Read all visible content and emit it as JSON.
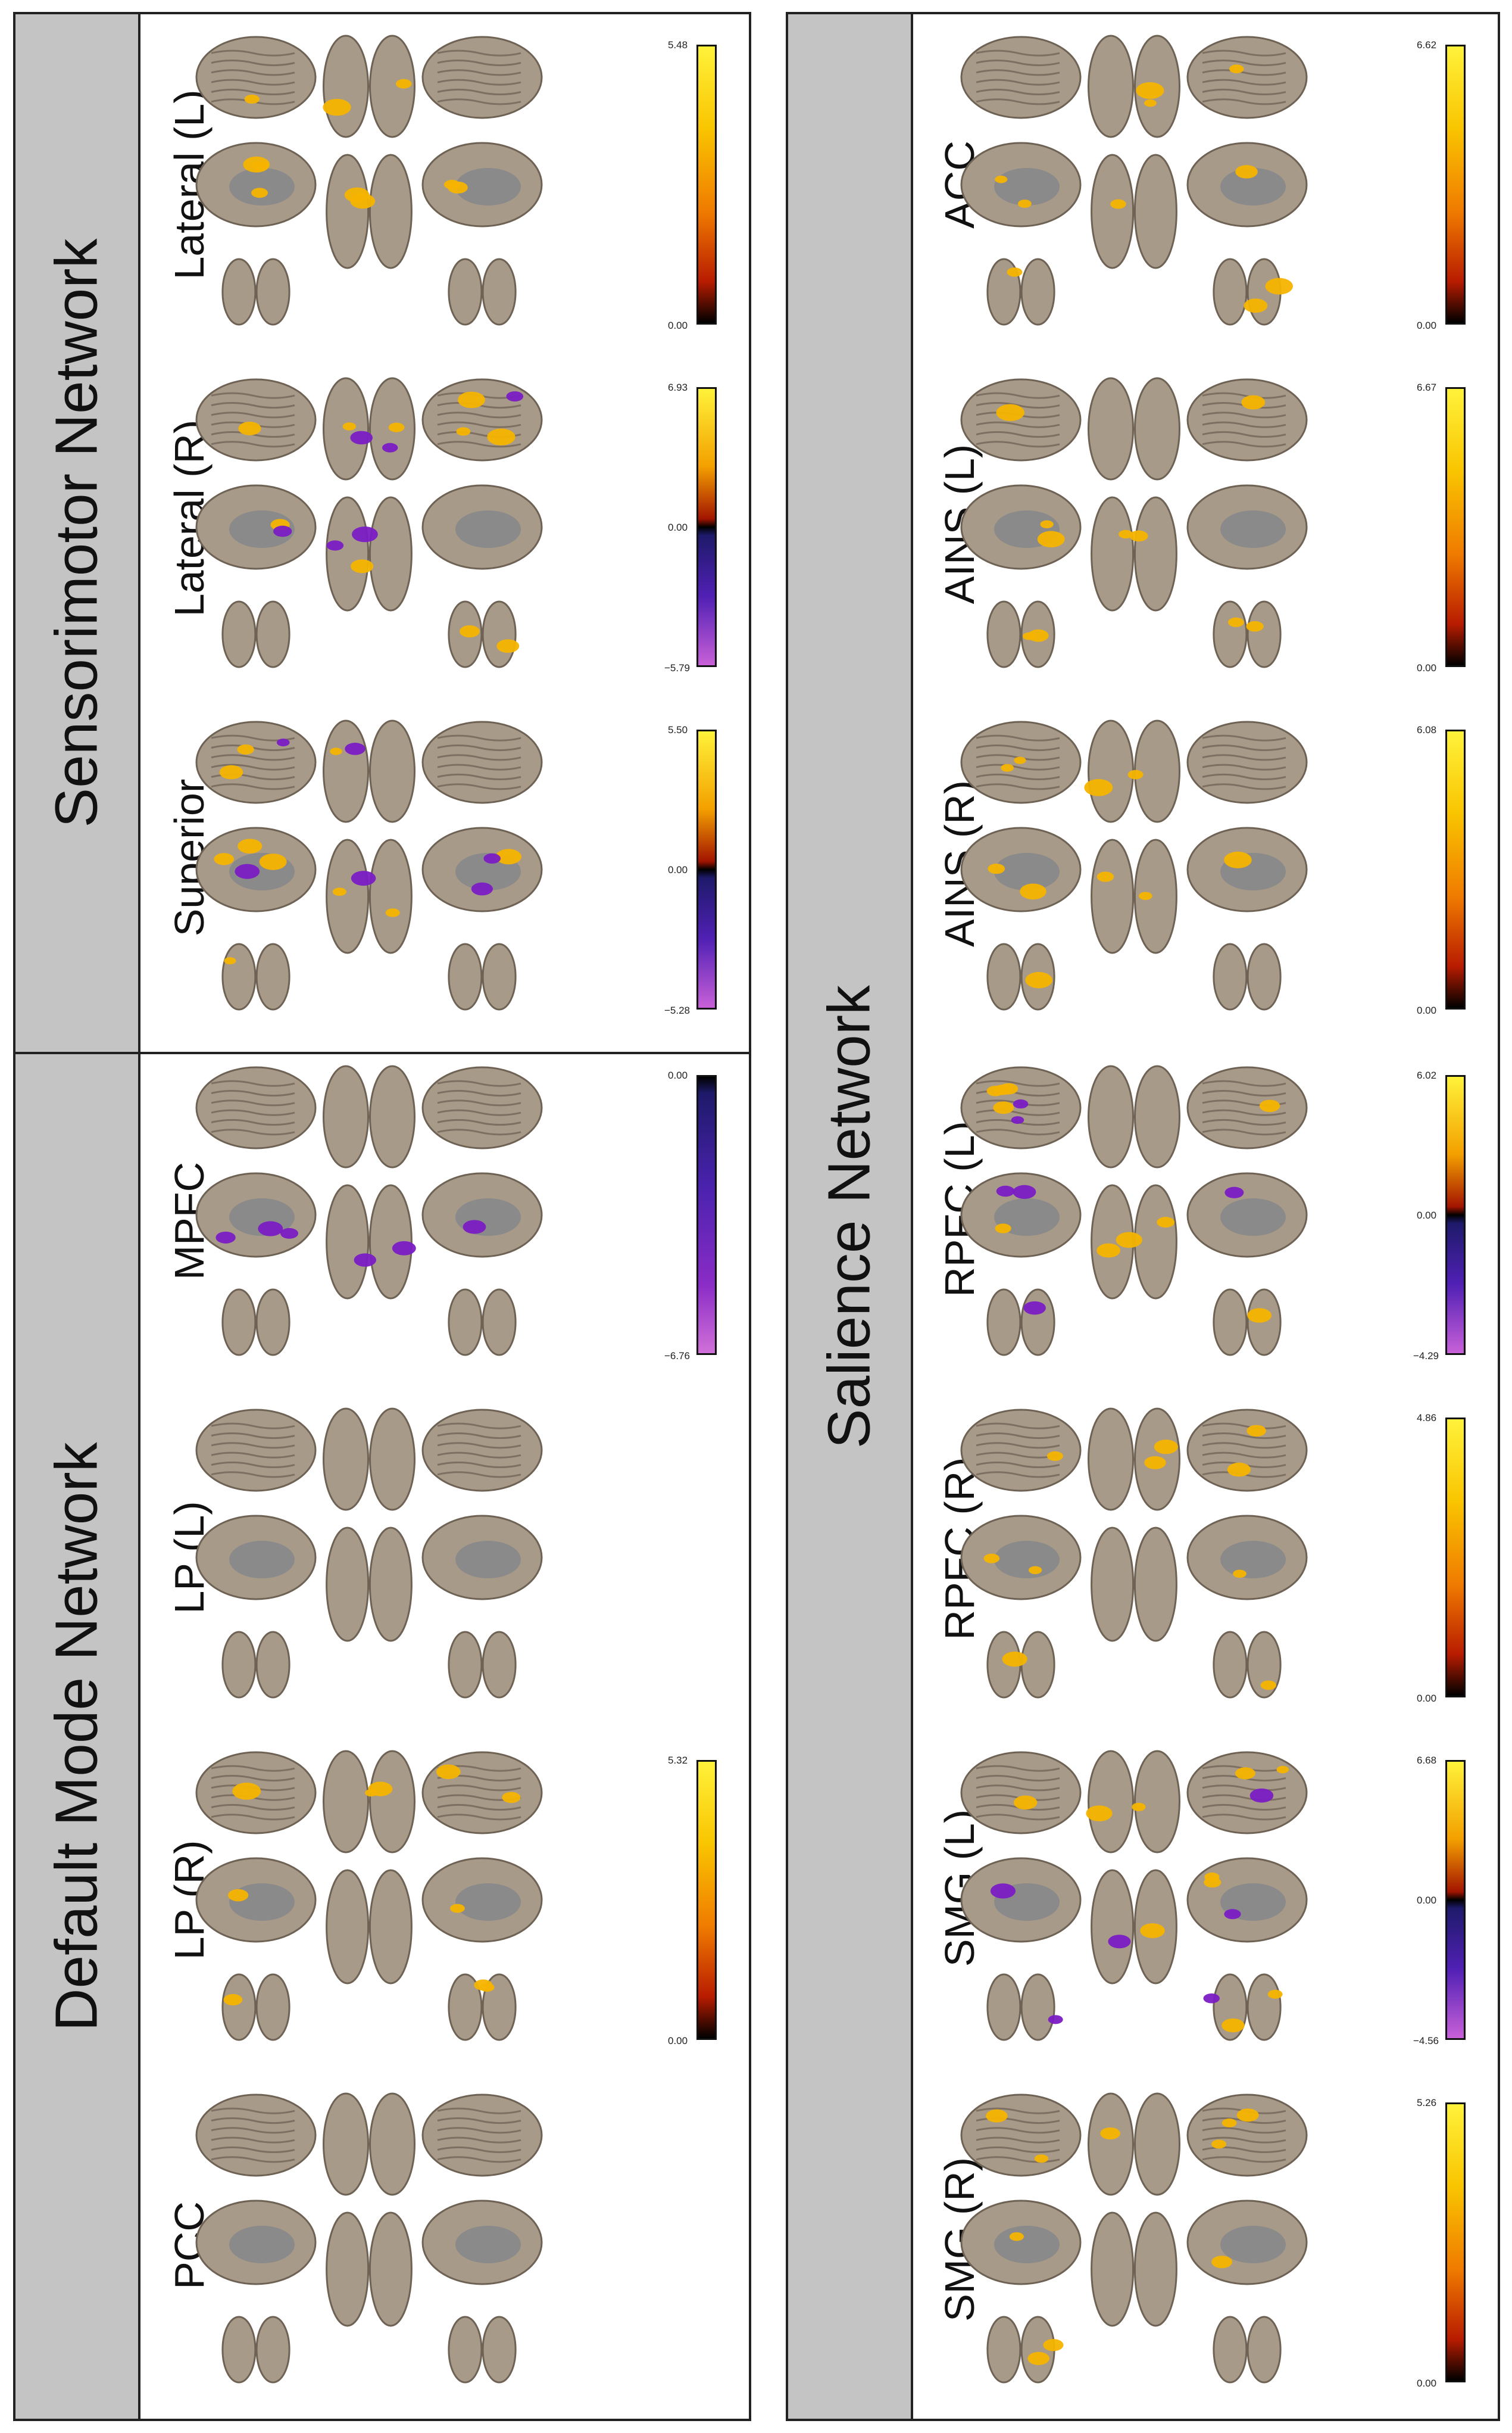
{
  "colors": {
    "background": "#ffffff",
    "panel_header": "#c4c4c4",
    "brain_surface": "#a89a88",
    "medial_wall": "#8a8a8a",
    "positive_map": "#f5b400",
    "negative_map": "#7a1cc4"
  },
  "panels": {
    "sensorimotor": {
      "title": "Sensorimotor Network",
      "seeds": [
        {
          "label": "Lateral (L)",
          "colorbar": {
            "type": "positive",
            "max": "5.48",
            "zero": "0.00"
          }
        },
        {
          "label": "Lateral (R)",
          "colorbar": {
            "type": "bipolar",
            "max": "6.93",
            "zero": "0.00",
            "min": "−5.79"
          }
        },
        {
          "label": "Superior",
          "colorbar": {
            "type": "bipolar",
            "max": "5.50",
            "zero": "0.00",
            "min": "−5.28"
          }
        }
      ]
    },
    "default_mode": {
      "title": "Default Mode Network",
      "seeds": [
        {
          "label": "MPFC",
          "colorbar": {
            "type": "negative",
            "zero": "0.00",
            "min": "−6.76"
          }
        },
        {
          "label": "LP (L)",
          "colorbar": null
        },
        {
          "label": "LP (R)",
          "colorbar": {
            "type": "positive",
            "max": "5.32",
            "zero": "0.00"
          }
        },
        {
          "label": "PCC",
          "colorbar": null
        }
      ]
    },
    "salience": {
      "title": "Salience Network",
      "seeds": [
        {
          "label": "ACC",
          "colorbar": {
            "type": "positive",
            "max": "6.62",
            "zero": "0.00"
          }
        },
        {
          "label": "AINS (L)",
          "colorbar": {
            "type": "positive",
            "max": "6.67",
            "zero": "0.00"
          }
        },
        {
          "label": "AINS (R)",
          "colorbar": {
            "type": "positive",
            "max": "6.08",
            "zero": "0.00"
          }
        },
        {
          "label": "RPFC (L)",
          "colorbar": {
            "type": "bipolar",
            "max": "6.02",
            "zero": "0.00",
            "min": "−4.29"
          }
        },
        {
          "label": "RPFC (R)",
          "colorbar": {
            "type": "positive",
            "max": "4.86",
            "zero": "0.00"
          }
        },
        {
          "label": "SMG (L)",
          "colorbar": {
            "type": "bipolar",
            "max": "6.68",
            "zero": "0.00",
            "min": "−4.56"
          }
        },
        {
          "label": "SMG (R)",
          "colorbar": {
            "type": "positive",
            "max": "5.26",
            "zero": "0.00"
          }
        }
      ]
    }
  }
}
